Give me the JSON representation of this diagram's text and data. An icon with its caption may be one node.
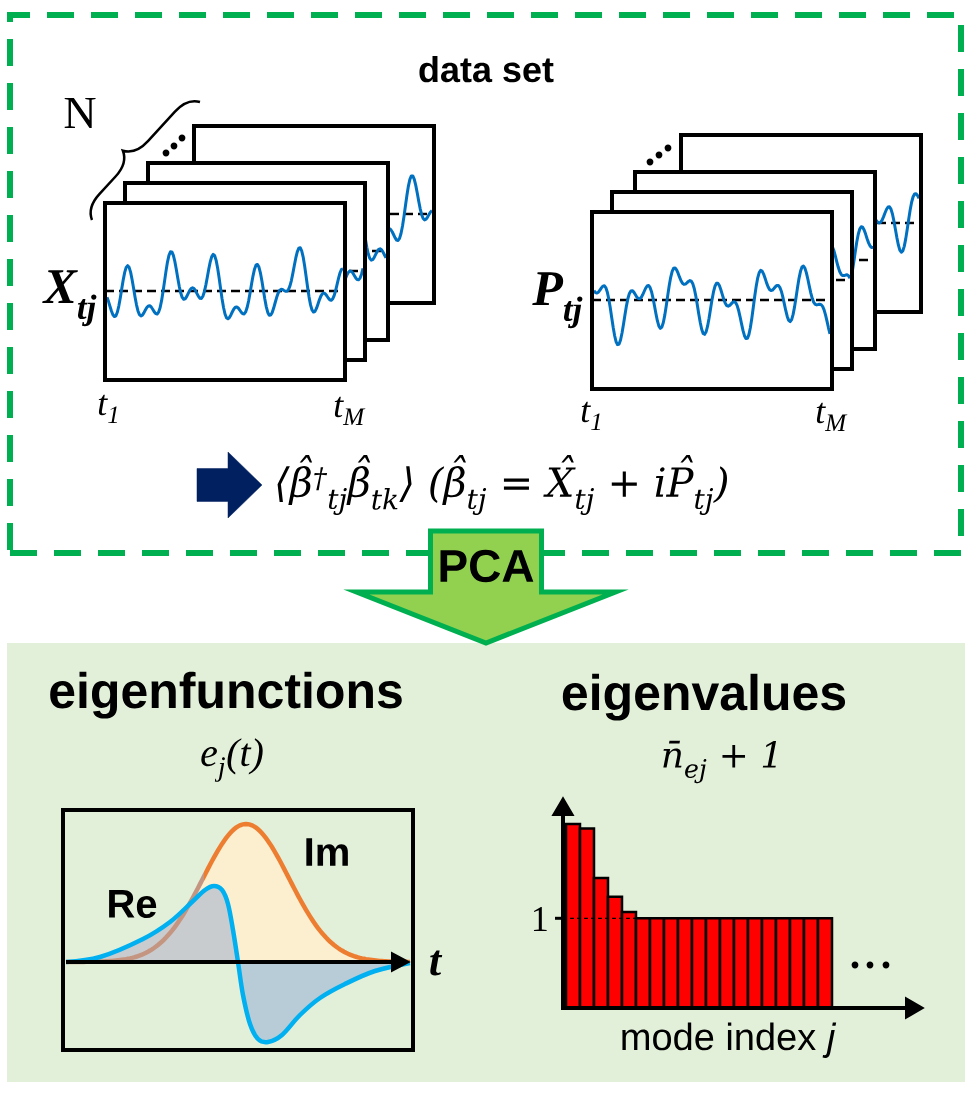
{
  "diagram": {
    "nodes": [
      {
        "text": [
          "data set"
        ]
      },
      {
        "text": [
          "⟨β̂$^{†}$$_{tj}$β̂$_{tk}$⟩ (β̂$_{tj}$ = X̂$_{tj}$ + iP̂$_{tj}$)"
        ],
        "in": 0
      },
      {
        "text": [
          "eigenfunctions",
          "e$_{j}$(t)",
          "eigenvalues",
          "n̄$_{ej}$ + 1"
        ]
      }
    ],
    "edges": [
      {
        "from": null,
        "to": 1,
        "arrow": "to",
        "color": "#002060"
      },
      {
        "from": 0,
        "to": 2,
        "arrow": "to",
        "label": "PCA",
        "color": "#92d050"
      }
    ],
    "labels": [
      "N",
      "X$_{tj}$",
      "t$_{1}$",
      "t$_{M}$",
      "P$_{tj}$",
      "t$_{1}$",
      "t$_{M}$",
      "Im",
      "Re",
      "t",
      "1",
      "mode index *j*"
    ]
  }
}
